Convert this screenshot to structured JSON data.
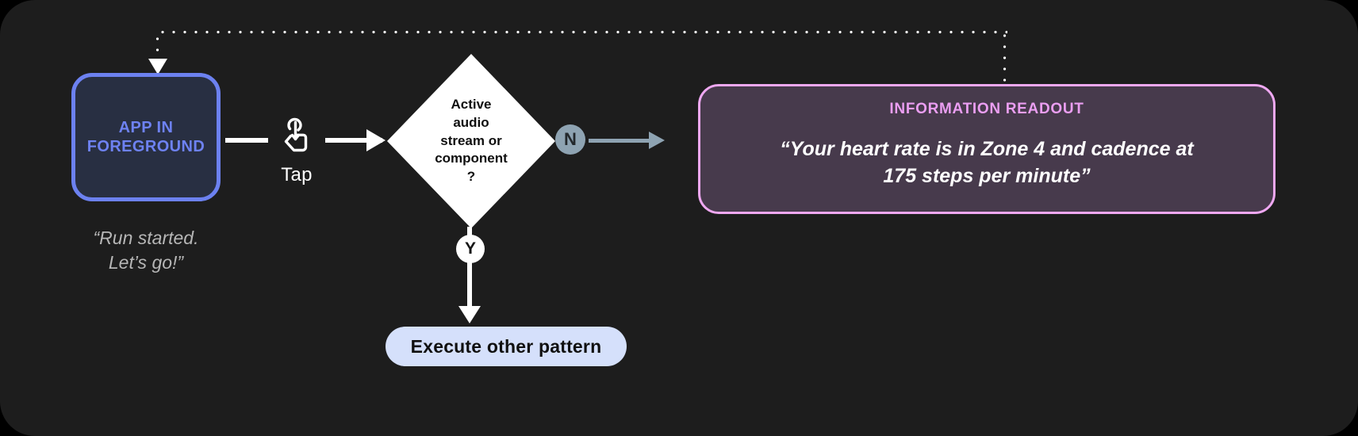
{
  "canvas": {
    "background": "#1d1d1d",
    "page_background": "#000000"
  },
  "colors": {
    "app_box_fill": "#282f42",
    "app_box_border": "#6c81f0",
    "app_box_text": "#6e82f2",
    "diamond_fill": "#ffffff",
    "diamond_text": "#0f0f0f",
    "badge_n_fill": "#8ea3b2",
    "badge_y_fill": "#ffffff",
    "readout_fill": "#473a4c",
    "readout_border": "#efa8f2",
    "readout_title_text": "#eb9ef2",
    "pill_fill": "#d5e0fb",
    "connector_white": "#ffffff",
    "connector_grey_blue": "#8ea3b2",
    "caption_text": "#b6b6b6"
  },
  "app_box": {
    "label": "APP IN FOREGROUND",
    "caption": "“Run started. Let’s go!”",
    "caption_line1": "“Run started.",
    "caption_line2": "Let’s go!”"
  },
  "tap": {
    "label": "Tap",
    "icon": "tap-gesture-icon"
  },
  "decision": {
    "text": "Active audio stream or component ?",
    "line1": "Active",
    "line2": "audio",
    "line3": "stream or",
    "line4": "component",
    "line5": "?"
  },
  "branches": {
    "no_label": "N",
    "yes_label": "Y"
  },
  "readout": {
    "title": "INFORMATION READOUT",
    "quote": "“Your heart rate is in Zone 4 and cadence at 175 steps per minute”",
    "quote_line1": "“Your heart rate is in Zone 4 and cadence at",
    "quote_line2": "175 steps per minute”"
  },
  "execute": {
    "label": "Execute other pattern"
  },
  "connectors": {
    "feedback_style": "dotted",
    "no_branch_style": "solid-grey-blue",
    "yes_branch_style": "solid-white"
  }
}
